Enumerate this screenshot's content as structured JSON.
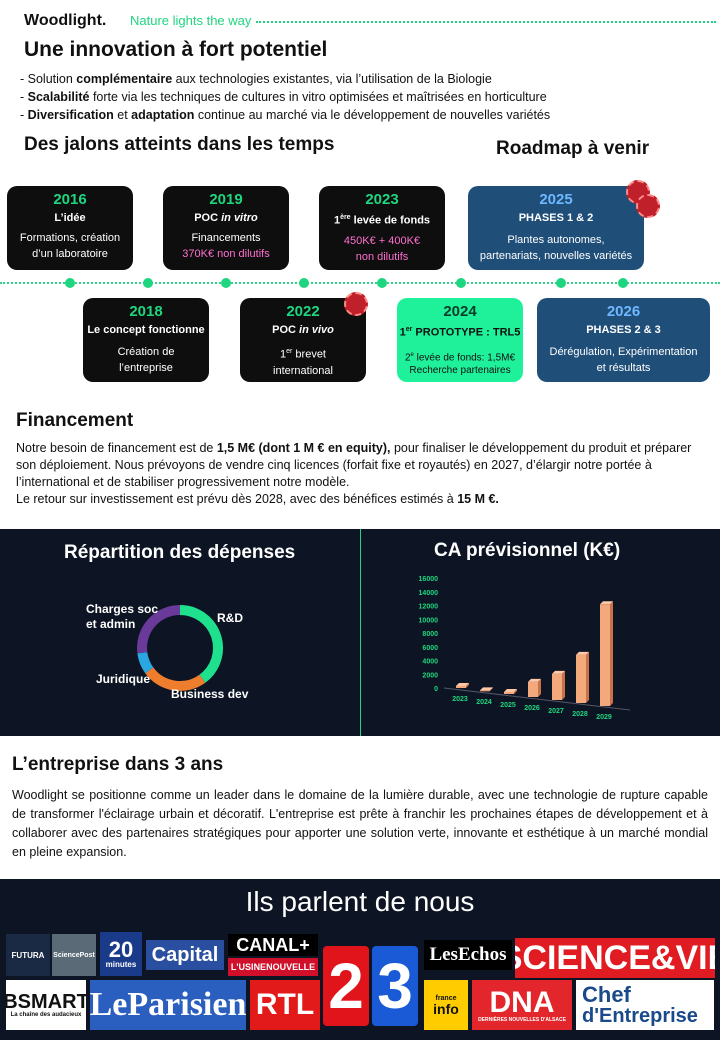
{
  "header": {
    "brand": "Woodlight.",
    "tagline": "Nature lights the way"
  },
  "innovation": {
    "title": "Une innovation à fort potentiel",
    "bullets": [
      {
        "pre": "- Solution ",
        "bold": "complémentaire",
        "post": " aux technologies existantes, via l’utilisation de la Biologie"
      },
      {
        "pre": "- ",
        "bold": "Scalabilité",
        "post": " forte via les techniques de cultures in vitro optimisées et maîtrisées en horticulture"
      },
      {
        "pre": "- ",
        "bold": "Diversification",
        "mid": " et ",
        "bold2": "adaptation",
        "post": " continue au marché via le développement de nouvelles variétés"
      }
    ]
  },
  "timeline": {
    "past_title": "Des jalons atteints dans les temps",
    "future_title": "Roadmap à venir",
    "m2016": {
      "year": "2016",
      "head": "L’idée",
      "l1": "Formations, création",
      "l2": "d’un laboratoire"
    },
    "m2019": {
      "year": "2019",
      "head_a": "POC ",
      "head_b": "in vitro",
      "l1": "Financements",
      "l2": "370K€ non dilutifs"
    },
    "m2023": {
      "year": "2023",
      "head_a": "1",
      "head_sup": "ère",
      "head_b": " levée de fonds",
      "l1": "450K€ + 400K€",
      "l2": "non dilutifs"
    },
    "m2025": {
      "year": "2025",
      "head": "PHASES 1 & 2",
      "l1": "Plantes autonomes,",
      "l2": "partenariats, nouvelles variétés"
    },
    "m2018": {
      "year": "2018",
      "head": "Le concept fonctionne",
      "l1": "Création de",
      "l2": "l’entreprise"
    },
    "m2022": {
      "year": "2022",
      "head_a": "POC ",
      "head_b": "in vivo",
      "l1a": "1",
      "l1sup": "er",
      "l1b": " brevet",
      "l2": "international"
    },
    "m2024": {
      "year": "2024",
      "head_a": "1",
      "head_sup": "er",
      "head_b": " PROTOTYPE : TRL5",
      "l1a": "2",
      "l1sup": "e",
      "l1b": " levée de fonds: 1,5M€",
      "l2": "Recherche partenaires"
    },
    "m2026": {
      "year": "2026",
      "head": "PHASES 2 & 3",
      "l1": "Dérégulation, Expérimentation",
      "l2": "et résultats"
    }
  },
  "financement": {
    "title": "Financement",
    "p1_a": "Notre besoin de financement est de ",
    "p1_b": "1,5 M€ (dont 1 M € en equity),",
    "p1_c": " pour finaliser le développement du produit et préparer son déploiement. Nous prévoyons de vendre cinq licences (forfait fixe et royautés) en 2027, d’élargir notre portée à l’international et de stabiliser progressivement notre modèle.",
    "p2_a": "Le retour sur investissement est prévu dès 2028, avec des bénéfices estimés à ",
    "p2_b": "15 M €."
  },
  "colors": {
    "accent_green": "#1ed67f",
    "dark_bg": "#0d1524",
    "blue_card": "#1f4e79",
    "bar_orange": "#f4a97c"
  },
  "chart_data": [
    {
      "type": "pie",
      "title": "Répartition des dépenses",
      "labels": [
        "R&D",
        "Business dev",
        "Juridique",
        "Charges soc et admin"
      ],
      "values": [
        40,
        25,
        8,
        27
      ],
      "colors": [
        "#1fe08c",
        "#ef7d2e",
        "#2aa6e0",
        "#6a3a9a"
      ]
    },
    {
      "type": "bar",
      "title": "CA prévisionnel (K€)",
      "categories": [
        "2023",
        "2024",
        "2025",
        "2026",
        "2027",
        "2028",
        "2029"
      ],
      "values": [
        300,
        100,
        300,
        2200,
        3800,
        7000,
        14800
      ],
      "yticks": [
        "0",
        "2000",
        "4000",
        "6000",
        "8000",
        "10000",
        "12000",
        "14000",
        "16000"
      ],
      "ylim": [
        0,
        16000
      ]
    }
  ],
  "company": {
    "title": "L’entreprise dans 3 ans",
    "text": "Woodlight se positionne comme un leader dans le domaine de la lumière durable, avec une technologie de rupture capable de transformer l'éclairage urbain et décoratif. L'entreprise est prête à franchir les prochaines étapes de développement et à collaborer avec des partenaires stratégiques pour apporter une solution verte, innovante et esthétique à un marché mondial en pleine expansion."
  },
  "press": {
    "title": "Ils parlent de nous",
    "futura": "FUTURA",
    "sciencepost": "SciencePost",
    "vingt_a": "20",
    "vingt_b": "minutes",
    "capital": "Capital",
    "canal": "CANAL+",
    "usine": "L'USINENOUVELLE",
    "lesechos": "LesEchos",
    "sciencevie": "SCIENCE&VIE",
    "bsmart": "BSMART",
    "bsmart_sub": "La chaîne des audacieux",
    "parisien": "LeParisien",
    "rtl": "RTL",
    "france2": "2",
    "france3": "3",
    "franceinfo_a": "france",
    "franceinfo_b": "info",
    "dna": "DNA",
    "dna_sub": "DERNIÈRES NOUVELLES D'ALSACE",
    "chef_a": "Chef",
    "chef_b": "d'Entreprise"
  }
}
